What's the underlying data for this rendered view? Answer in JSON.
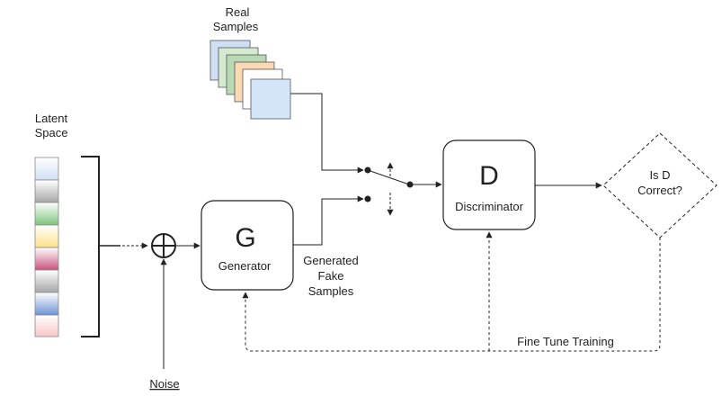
{
  "labels": {
    "latent_space": [
      "Latent",
      "Space"
    ],
    "real_samples": [
      "Real",
      "Samples"
    ],
    "noise": "Noise",
    "generator_letter": "G",
    "generator_name": "Generator",
    "generated": [
      "Generated",
      "Fake",
      "Samples"
    ],
    "discriminator_letter": "D",
    "discriminator_name": "Discriminator",
    "decision": [
      "Is D",
      "Correct?"
    ],
    "feedback": "Fine Tune Training"
  },
  "latent_vector_colors": [
    "#cfe0f5",
    "#a6a6a6",
    "#7cc47c",
    "#ffe08a",
    "#c9557f",
    "#a6a6a6",
    "#6f93d6",
    "#f8c6c6"
  ],
  "sample_stack_colors": [
    "#cfe0f5",
    "#d6ead2",
    "#b9d9b4",
    "#fbd9b5",
    "#ffffff",
    "#d4e5fa"
  ]
}
